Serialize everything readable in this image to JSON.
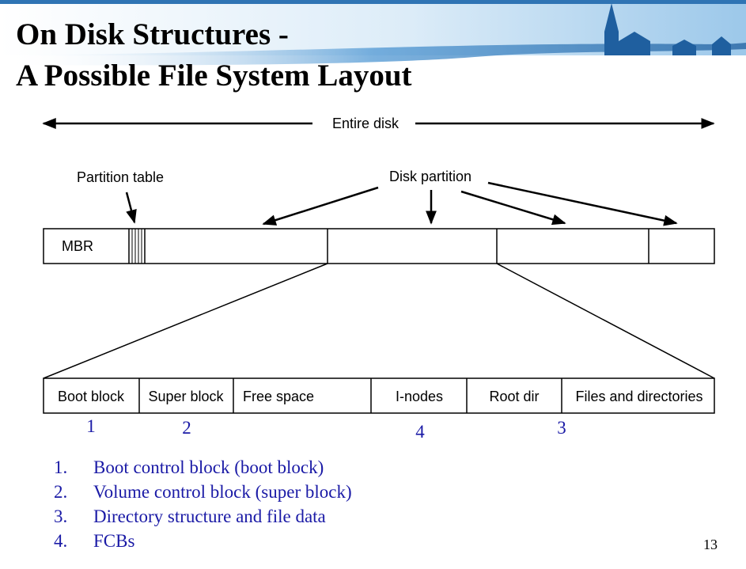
{
  "slide": {
    "title_line_1": "On Disk Structures -",
    "title_line_2": "A Possible File System Layout",
    "page_number": "13"
  },
  "diagram": {
    "entire_disk_label": "Entire disk",
    "partition_table_label": "Partition table",
    "disk_partition_label": "Disk partition",
    "mbr_label": "MBR",
    "partition_blocks": [
      {
        "label": "Boot block",
        "number": "1"
      },
      {
        "label": "Super block",
        "number": "2"
      },
      {
        "label": "Free space",
        "number": ""
      },
      {
        "label": "I-nodes",
        "number": "4"
      },
      {
        "label": "Root dir",
        "number": ""
      },
      {
        "label": "Files and directories",
        "number": "3"
      }
    ]
  },
  "legend": [
    {
      "marker": "1.",
      "text": "Boot control block (boot block)"
    },
    {
      "marker": "2.",
      "text": "Volume control block (super block)"
    },
    {
      "marker": "3.",
      "text": "Directory structure and file data"
    },
    {
      "marker": "4.",
      "text": "FCBs"
    }
  ],
  "colors": {
    "title_banner": "#2f74b4",
    "accent_numbers": "#1a1aa6"
  }
}
